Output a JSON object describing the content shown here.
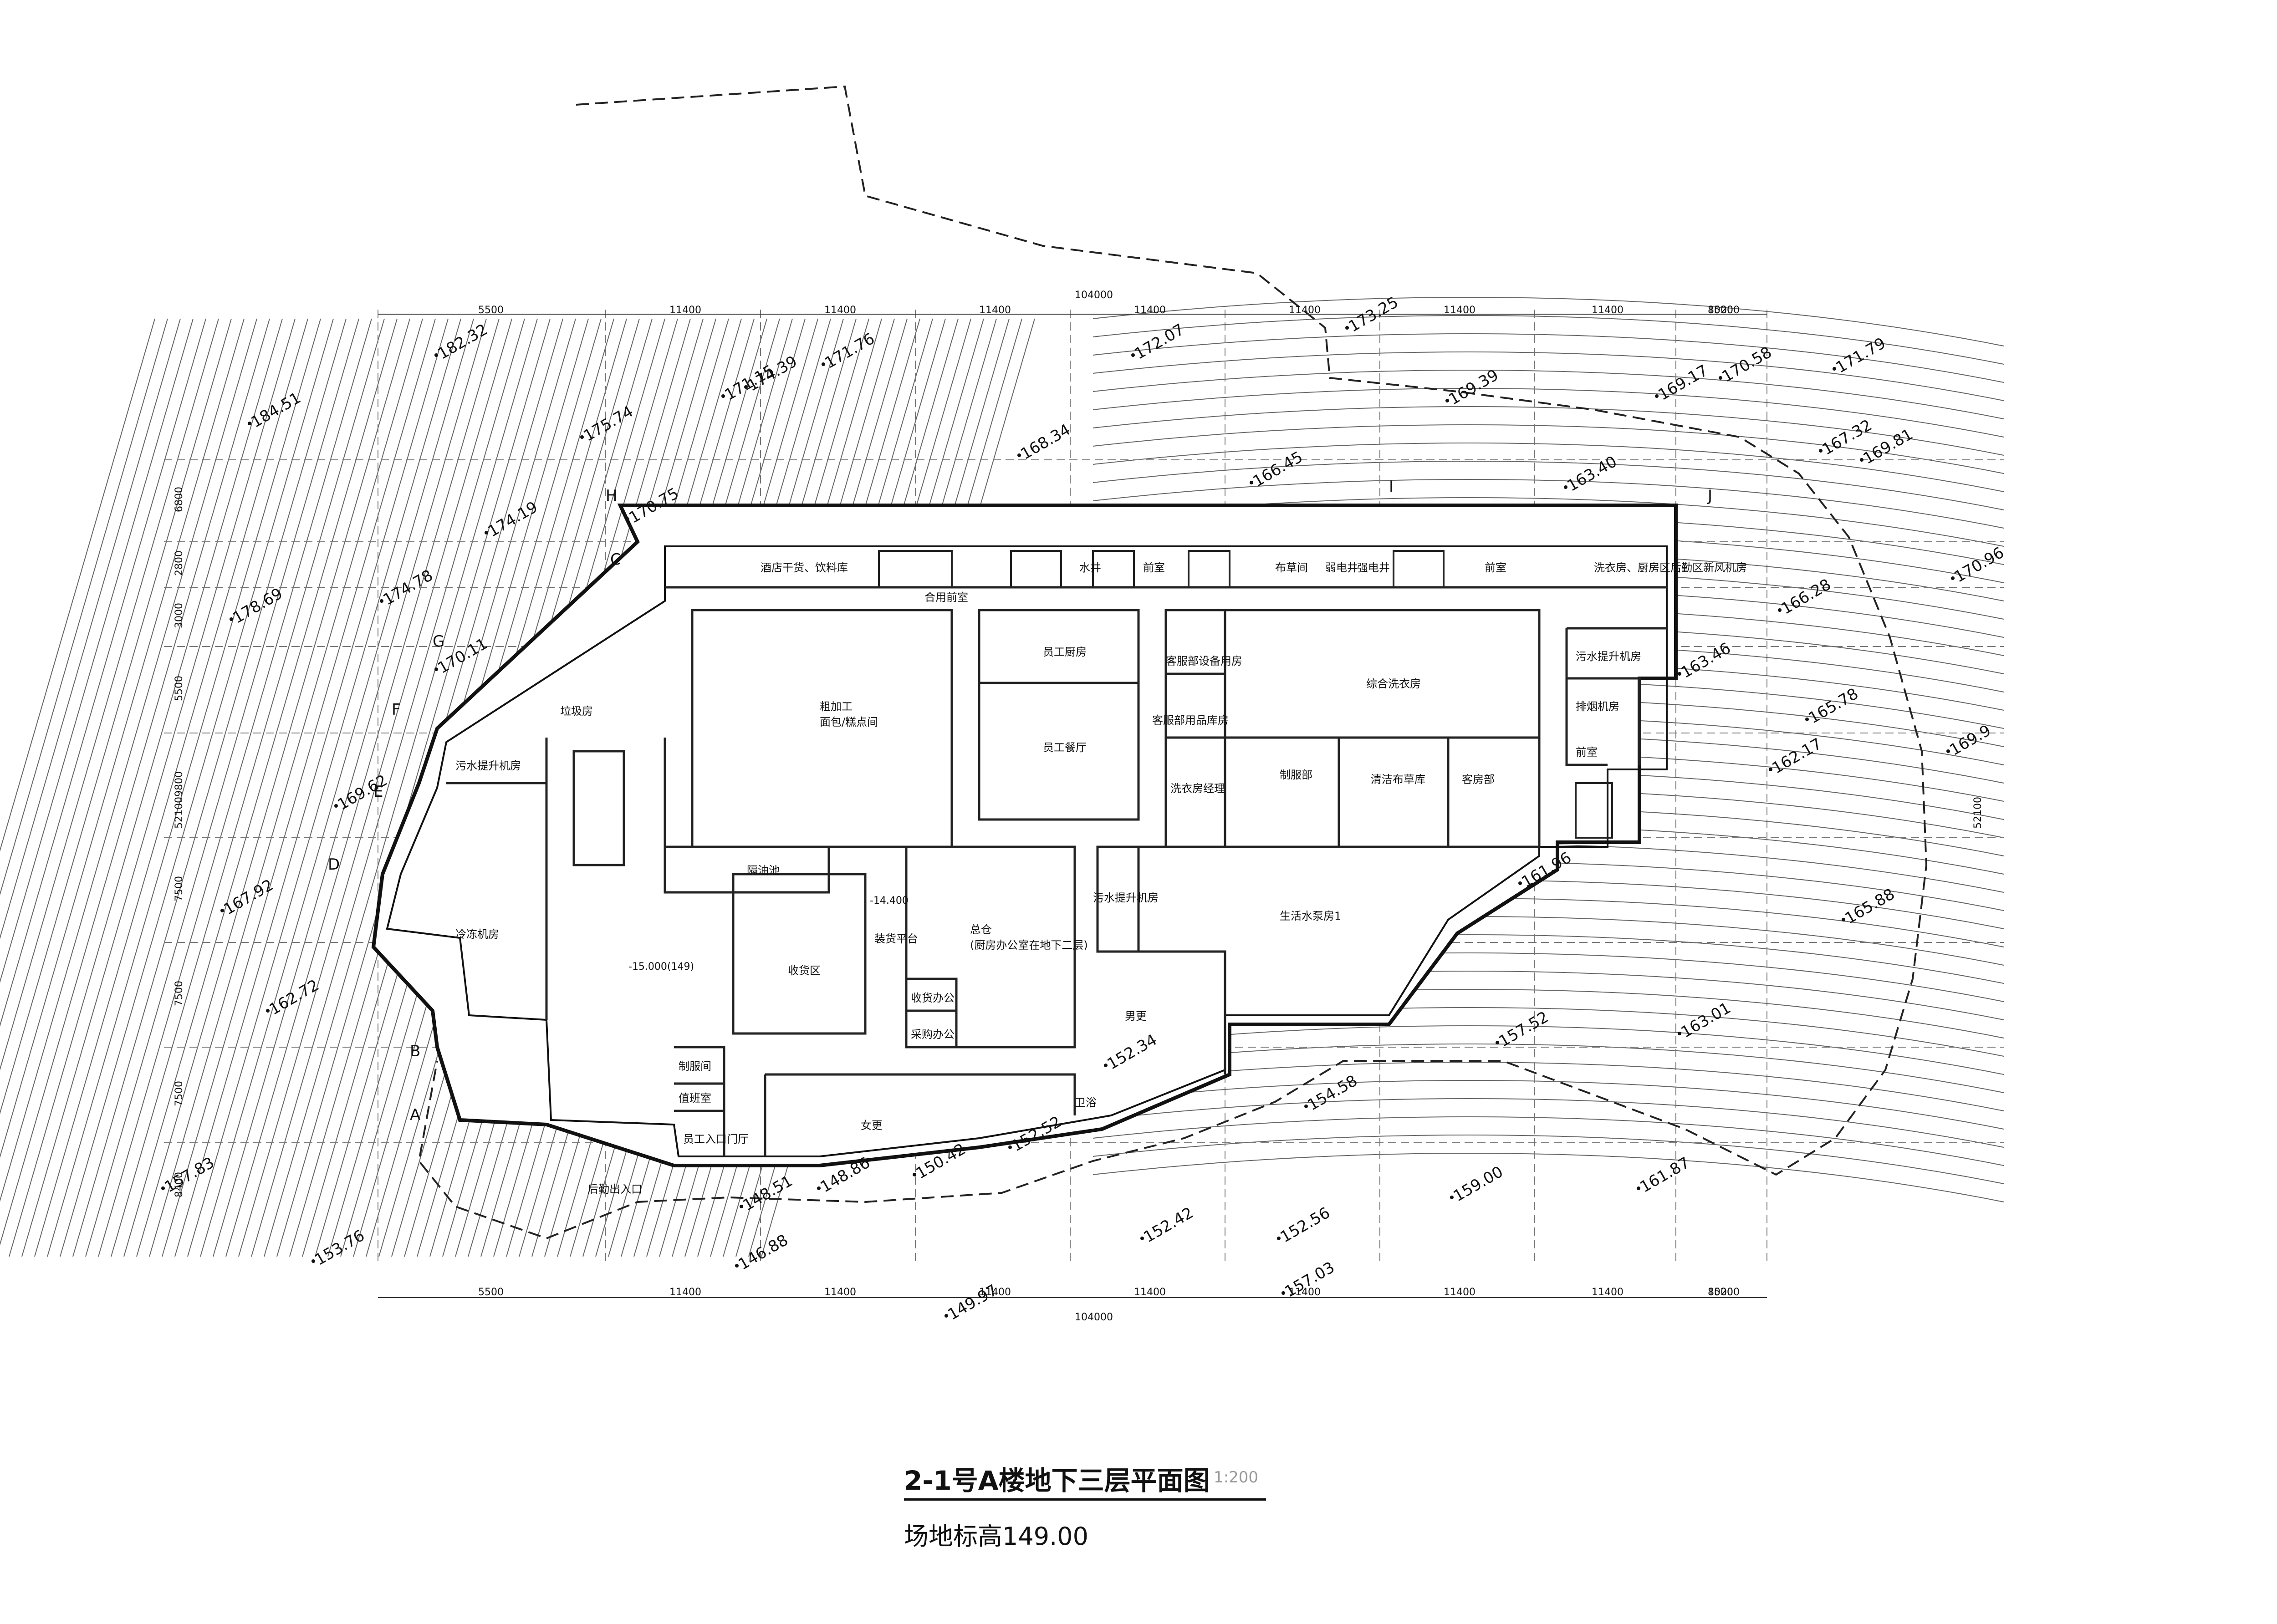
{
  "drawing": {
    "title": "2-1号A楼地下三层平面图",
    "scale": "1:200",
    "site_elevation": "场地标高149.00"
  },
  "dimensions": {
    "overall": "104000",
    "top_segments": [
      "5500",
      "11400",
      "11400",
      "11400",
      "11400",
      "11400",
      "11400",
      "11400",
      "10200",
      "8500"
    ],
    "bottom_segments": [
      "5500",
      "11400",
      "11400",
      "11400",
      "11400",
      "11400",
      "11400",
      "11400",
      "10200",
      "8500"
    ],
    "left_segments": [
      "6800",
      "2800",
      "3000",
      "5500",
      "9800",
      "7500",
      "7500",
      "7500",
      "8400"
    ],
    "left_total": "52100",
    "right_total": "52100"
  },
  "grid_labels": [
    "A",
    "B",
    "C",
    "D",
    "E",
    "F",
    "G",
    "H",
    "I",
    "J"
  ],
  "elevations": [
    "184.51",
    "182.32",
    "178.69",
    "175.74",
    "174.78",
    "174.39",
    "174.19",
    "171.15",
    "171.76",
    "172.07",
    "173.25",
    "170.75",
    "170.11",
    "169.62",
    "167.92",
    "162.72",
    "168.34",
    "166.45",
    "169.39",
    "163.40",
    "169.17",
    "170.58",
    "171.79",
    "167.32",
    "169.81",
    "170.96",
    "166.28",
    "163.46",
    "165.78",
    "169.9",
    "162.17",
    "165.88",
    "161.96",
    "163.01",
    "157.52",
    "157.83",
    "153.76",
    "152.34",
    "154.58",
    "152.56",
    "152.42",
    "150.42",
    "148.86",
    "148.51",
    "146.88",
    "149.97",
    "152.52",
    "157.03",
    "159.00",
    "161.87"
  ],
  "rooms": [
    {
      "id": "hotel-dry",
      "label": "酒店干货、饮料库"
    },
    {
      "id": "shared-duty",
      "label": "合用前室"
    },
    {
      "id": "water-well",
      "label": "水井"
    },
    {
      "id": "front-room-a",
      "label": "前室"
    },
    {
      "id": "linen",
      "label": "布草间"
    },
    {
      "id": "weak-elec",
      "label": "弱电井"
    },
    {
      "id": "elec-well",
      "label": "强电井"
    },
    {
      "id": "front-room-b",
      "label": "前室"
    },
    {
      "id": "laundry-kitchen",
      "label": "洗衣房、厨房区后勤区新风机房"
    },
    {
      "id": "staff-kitchen",
      "label": "员工厨房"
    },
    {
      "id": "rough-process",
      "label": "粗加工\n面包/糕点间"
    },
    {
      "id": "garbage",
      "label": "垃圾房"
    },
    {
      "id": "sewage-lift-a",
      "label": "污水提升机房"
    },
    {
      "id": "staff-dining",
      "label": "员工餐厅"
    },
    {
      "id": "guest-equip",
      "label": "客服部设备用房"
    },
    {
      "id": "guest-supplies",
      "label": "客服部用品库房"
    },
    {
      "id": "laundry-mgr",
      "label": "洗衣房经理"
    },
    {
      "id": "combined-laundry",
      "label": "综合洗衣房"
    },
    {
      "id": "uniform",
      "label": "制服部"
    },
    {
      "id": "clean-linen",
      "label": "清洁布草库"
    },
    {
      "id": "housekeeping",
      "label": "客房部"
    },
    {
      "id": "sewage-lift-b",
      "label": "污水提升机房"
    },
    {
      "id": "smoke-exhaust",
      "label": "排烟机房"
    },
    {
      "id": "front-room-c",
      "label": "前室"
    },
    {
      "id": "cold-machine",
      "label": "冷冻机房"
    },
    {
      "id": "grease-pool",
      "label": "隔油池"
    },
    {
      "id": "receiving",
      "label": "收货区"
    },
    {
      "id": "loading",
      "label": "装货平台"
    },
    {
      "id": "receive-office",
      "label": "收货办公"
    },
    {
      "id": "purchase-office",
      "label": "采购办公"
    },
    {
      "id": "general-store",
      "label": "总仓\n(厨房办公室在地下二层)"
    },
    {
      "id": "sewage-lift-c",
      "label": "污水提升机房"
    },
    {
      "id": "water-pump",
      "label": "生活水泵房1"
    },
    {
      "id": "men-locker",
      "label": "男更"
    },
    {
      "id": "women-locker",
      "label": "女更"
    },
    {
      "id": "uniform-room",
      "label": "制服间"
    },
    {
      "id": "duty-room",
      "label": "值班室"
    },
    {
      "id": "staff-entry",
      "label": "员工入口门厅"
    },
    {
      "id": "logistics-entry",
      "label": "后勤出入口"
    },
    {
      "id": "washroom",
      "label": "卫浴"
    }
  ],
  "level_notes": [
    "-15.000(149)",
    "-14.400"
  ]
}
